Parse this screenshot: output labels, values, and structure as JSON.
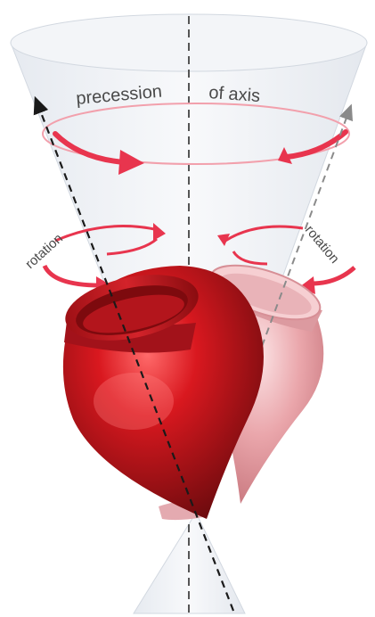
{
  "labels": {
    "precession_left": "precession",
    "precession_right": "of axis",
    "rotation_left": "rotation",
    "rotation_right": "rotation"
  },
  "colors": {
    "cone_fill": "#eef1f5",
    "cone_edge": "#d2d8e0",
    "axis_line": "#555555",
    "arrow_red": "#e8354e",
    "top_dark_red": "#c4161c",
    "top_light_pink": "#eaa6ab",
    "axis_black": "#1a1a1a",
    "axis_grey": "#8a8a8a"
  }
}
